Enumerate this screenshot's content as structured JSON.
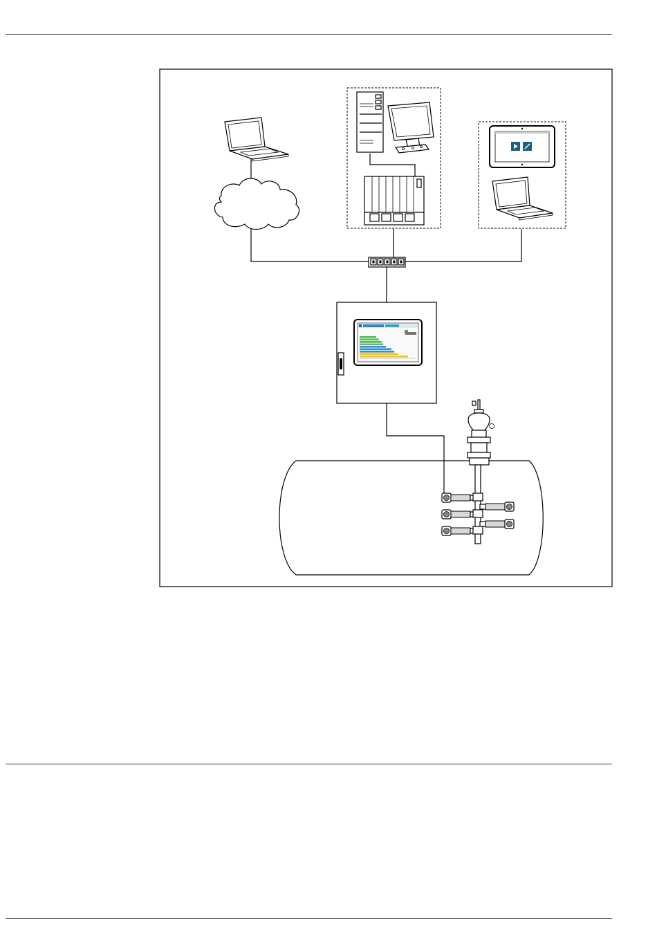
{
  "figure": {
    "components": [
      "laptop-remote",
      "cloud",
      "control-system-workstation",
      "plc-rack",
      "tablet",
      "laptop-service",
      "network-switch",
      "cabinet-controller",
      "tank",
      "multipoint-probe",
      "sensors"
    ]
  }
}
